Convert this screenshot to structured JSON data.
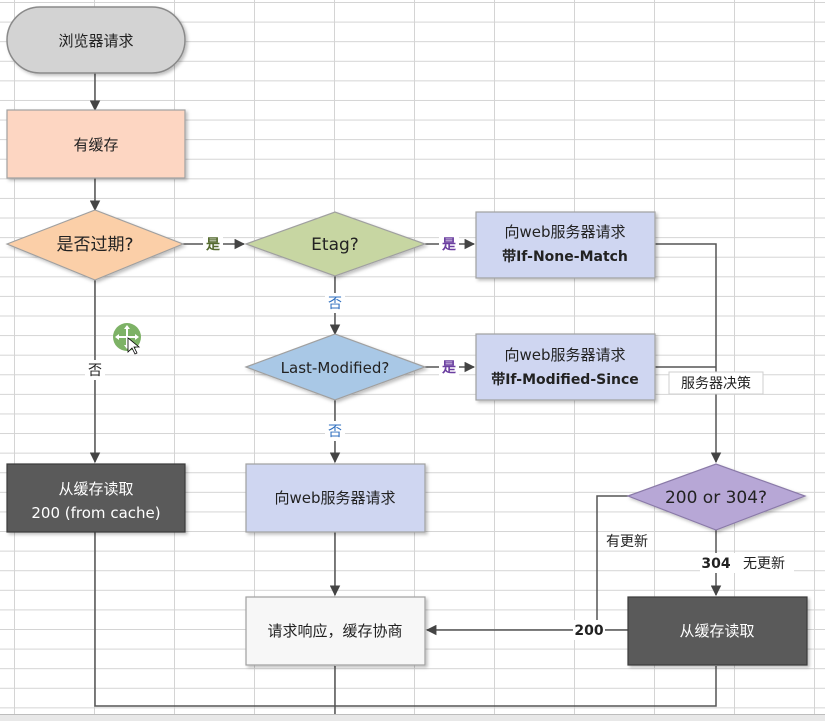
{
  "nodes": {
    "start": "浏览器请求",
    "has_cache": "有缓存",
    "expired": "是否过期?",
    "etag": "Etag?",
    "if_none_match_line1": "向web服务器请求",
    "if_none_match_line2": "带If-None-Match",
    "last_modified": "Last-Modified?",
    "if_modified_since_line1": "向web服务器请求",
    "if_modified_since_line2": "带If-Modified-Since",
    "read_cache_line1": "从缓存读取",
    "read_cache_line2": "200 (from cache)",
    "request_server": "向web服务器请求",
    "status_check": "200 or 304?",
    "read_cache_2": "从缓存读取",
    "response": "请求响应，缓存协商"
  },
  "labels": {
    "yes_expired": "是",
    "yes_etag": "是",
    "yes_lastmod": "是",
    "no_expired": "否",
    "no_etag": "否",
    "no_lastmod": "否",
    "server_decides": "服务器决策",
    "has_update": "有更新",
    "code_304": "304",
    "no_update": "无更新",
    "code_200": "200"
  },
  "colors": {
    "start_fill": "#d3d3d3",
    "has_cache_fill": "#fdd6c2",
    "expired_fill": "#fbcfa8",
    "etag_fill": "#c7d6a2",
    "request_fill": "#cfd6f1",
    "lastmod_fill": "#a9c8e6",
    "dark_fill": "#5a5a5a",
    "status_fill": "#b7a7d6",
    "response_fill": "#f7f7f7",
    "yes_green": "#556b2f",
    "yes_purple": "#6b3fa0",
    "no_blue": "#2f6fbf"
  },
  "icons": [
    "move-cursor-icon"
  ]
}
